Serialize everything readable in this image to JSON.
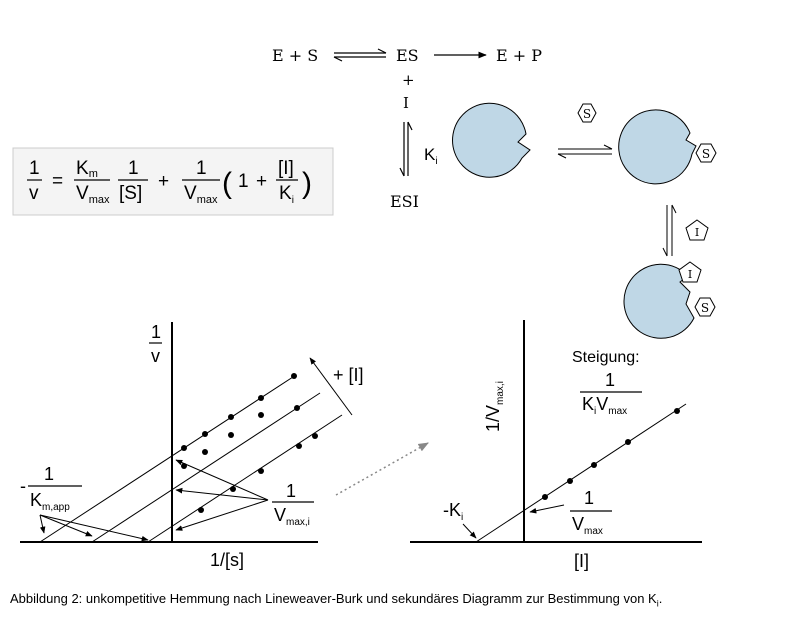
{
  "scheme": {
    "reaction_left": "E + S",
    "reaction_mid": "ES",
    "reaction_right": "E + P",
    "plus": "+",
    "inhibitor": "I",
    "ki": "K",
    "ki_sub": "i",
    "complex": "ESI"
  },
  "equation": {
    "lhs_num": "1",
    "lhs_den": "v",
    "eq": "=",
    "km": "K",
    "km_sub": "m",
    "vmax1": "V",
    "vmax1_sub": "max",
    "one_a": "1",
    "s_conc": "[S]",
    "plus": "+",
    "one_b": "1",
    "vmax2": "V",
    "vmax2_sub": "max",
    "open": "(",
    "one_c": "1",
    "plus2": "+",
    "i_conc": "[I]",
    "ki": "K",
    "ki_sub": "i",
    "close": ")"
  },
  "enzyme": {
    "substrate_label": "S",
    "inhibitor_label": "I",
    "body_color": "#bfd7e6",
    "outline_color": "#000000"
  },
  "lineweaver_burk": {
    "y_label_num": "1",
    "y_label_den": "v",
    "x_label": "1/[s]",
    "increase_label": "+ [I]",
    "intercept_neg": "-",
    "intercept_num": "1",
    "intercept_den": "K",
    "intercept_den_sub": "m,app",
    "yint_num": "1",
    "yint_den": "V",
    "yint_den_sub": "max,i"
  },
  "secondary": {
    "y_label": "1/V",
    "y_label_sub": "max,i",
    "x_label": "[I]",
    "slope_title": "Steigung:",
    "slope_num": "1",
    "slope_den_k": "K",
    "slope_den_k_sub": "i",
    "slope_den_v": "V",
    "slope_den_v_sub": "max",
    "neg_ki": "-K",
    "neg_ki_sub": "i",
    "yint_num": "1",
    "yint_den": "V",
    "yint_den_sub": "max"
  },
  "caption": {
    "text": "Abbildung 2: unkompetitive Hemmung nach Lineweaver-Burk und sekundäres Diagramm zur Bestimmung von K",
    "sub": "i",
    "end": "."
  }
}
